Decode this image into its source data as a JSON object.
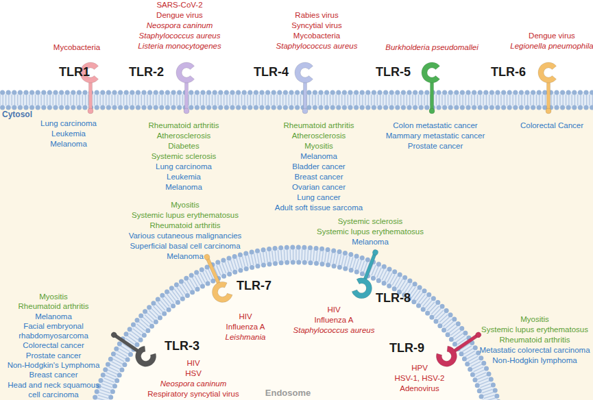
{
  "diagram": {
    "nodes": [
      {
        "text": [
          "TLR1"
        ]
      },
      {
        "text": [
          "TLR-2"
        ]
      },
      {
        "text": [
          "TLR-4"
        ]
      },
      {
        "text": [
          "TLR-5"
        ]
      },
      {
        "text": [
          "TLR-6"
        ]
      },
      {
        "text": [
          "TLR-3"
        ]
      },
      {
        "text": [
          "TLR-7"
        ]
      },
      {
        "text": [
          "TLR-8"
        ]
      },
      {
        "text": [
          "TLR-9"
        ]
      }
    ],
    "labels": [
      "Mycobacteria",
      "SARS-CoV-2",
      "Dengue virus",
      "Neospora caninum",
      "Staphylococcus aureus",
      "Listeria monocytogenes",
      "Rabies virus",
      "Syncytial virus",
      "Mycobacteria",
      "Staphylococcus aureus",
      "Burkholderia pseudomallei",
      "Dengue virus",
      "Legionella pneumophila",
      "Cytosol",
      "Lung carcinoma",
      "Leukemia",
      "Melanoma",
      "Rheumatoid arthritis",
      "Atherosclerosis",
      "Diabetes",
      "Systemic sclerosis",
      "Lung carcinoma",
      "Leukemia",
      "Melanoma",
      "Rheumatoid arthritis",
      "Atherosclerosis",
      "Myositis",
      "Melanoma",
      "Bladder cancer",
      "Breast cancer",
      "Ovarian cancer",
      "Lung cancer",
      "Adult soft tissue sarcoma",
      "Colon metastatic cancer",
      "Mammary metastatic cancer",
      "Prostate cancer",
      "Colorectal Cancer",
      "Myositis",
      "Systemic lupus erythematosus",
      "Rheumatoid arthritis",
      "Various cutaneous malignancies",
      "Superficial basal cell carcinoma",
      "Melanoma",
      "Systemic sclerosis",
      "Systemic lupus erythematosus",
      "Melanoma",
      "Myositis",
      "Rheumatoid arthritis",
      "Melanoma",
      "Facial embryonal rhabdomyosarcoma",
      "Colorectal cancer",
      "Prostate cancer",
      "Non-Hodgkin's Lymphoma",
      "Breast cancer",
      "Head and neck squamous cell carcinoma",
      "HIV",
      "Influenza A",
      "Leishmania",
      "HIV",
      "Influenza A",
      "Staphylococcus aureus",
      "Myositis",
      "Systemic lupus erythematosus",
      "Rheumatoid arthritis",
      "Metastatic colorectal carcinoma",
      "Non-Hodgkin lymphoma",
      "HIV",
      "HSV",
      "Neospora caninum",
      "Respiratory syncytial virus",
      "HPV",
      "HSV-1, HSV-2",
      "Adenovirus",
      "Endosome"
    ]
  }
}
